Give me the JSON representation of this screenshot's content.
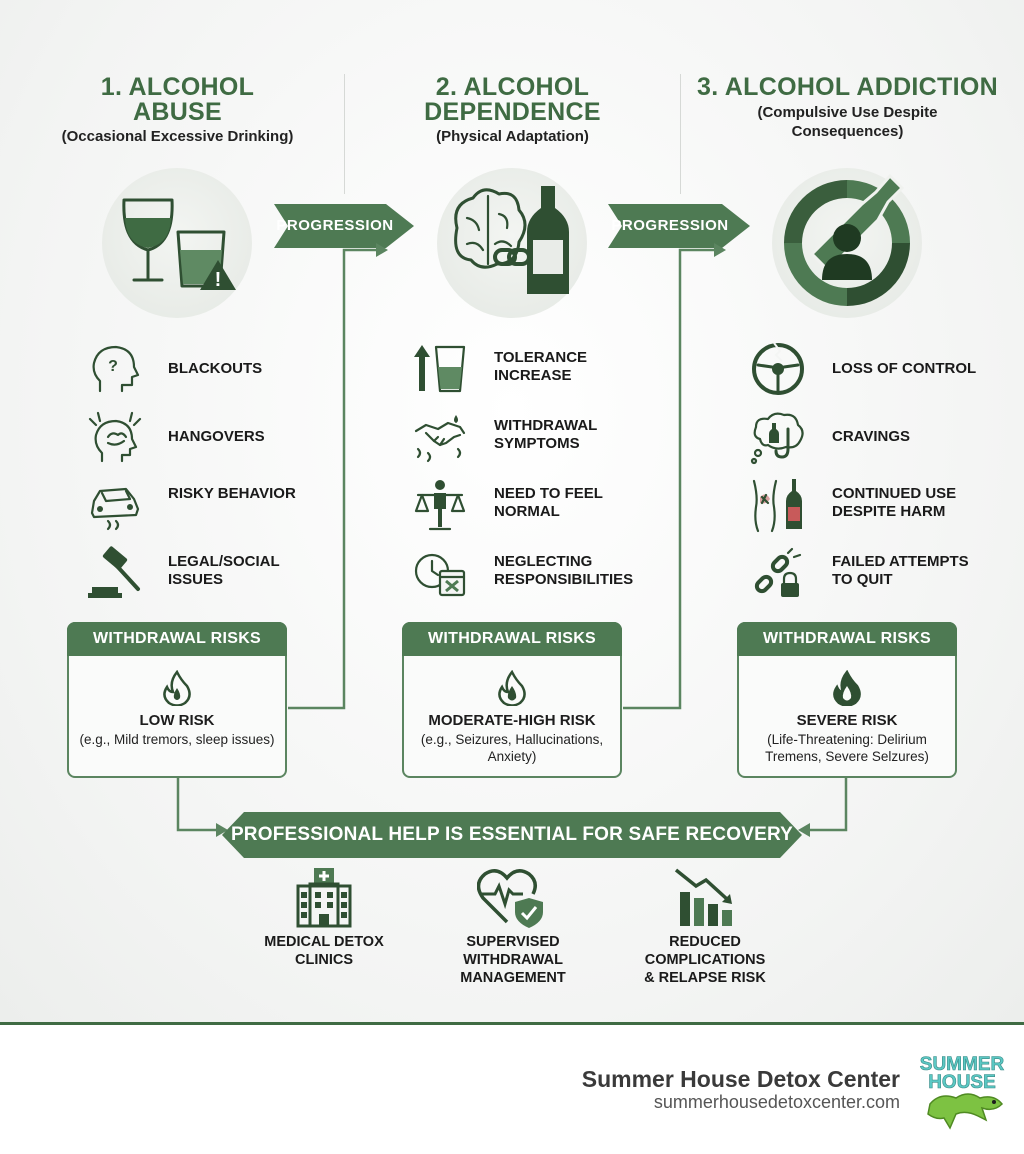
{
  "stages": [
    {
      "title_line1": "1. ALCOHOL",
      "title_line2": "ABUSE",
      "subtitle": "(Occasional Excessive Drinking)",
      "icon": "wine-glass-warning-icon",
      "symptoms": [
        {
          "icon": "head-question-icon",
          "label": "BLACKOUTS"
        },
        {
          "icon": "head-pain-icon",
          "label": "HANGOVERS"
        },
        {
          "icon": "car-swerve-icon",
          "label": "RISKY BEHAVIOR"
        },
        {
          "icon": "gavel-icon",
          "label": "LEGAL/SOCIAL ISSUES"
        }
      ],
      "risk": {
        "header": "WITHDRAWAL RISKS",
        "level": "LOW RISK",
        "desc": "(e.g., Mild tremors, sleep issues)"
      }
    },
    {
      "title_line1": "2. ALCOHOL",
      "title_line2": "DEPENDENCE",
      "subtitle": "(Physical Adaptation)",
      "icon": "brain-bottle-chain-icon",
      "symptoms": [
        {
          "icon": "glass-arrow-up-icon",
          "label": "TOLERANCE INCREASE"
        },
        {
          "icon": "shaking-hands-icon",
          "label": "WITHDRAWAL SYMPTOMS"
        },
        {
          "icon": "balance-person-icon",
          "label": "NEED TO FEEL NORMAL"
        },
        {
          "icon": "clock-calendar-icon",
          "label": "NEGLECTING RESPONSIBILITIES"
        }
      ],
      "risk": {
        "header": "WITHDRAWAL RISKS",
        "level": "MODERATE-HIGH RISK",
        "desc": "(e.g., Seizures, Hallucinations, Anxiety)"
      }
    },
    {
      "title_line1": "3. ALCOHOL ADDICTION",
      "title_line2": "",
      "subtitle": "(Compulsive Use Despite Consequences)",
      "icon": "person-bottle-swirl-icon",
      "symptoms": [
        {
          "icon": "broken-wheel-icon",
          "label": "LOSS OF CONTROL"
        },
        {
          "icon": "thought-bottle-icon",
          "label": "CRAVINGS"
        },
        {
          "icon": "body-bottle-icon",
          "label": "CONTINUED USE DESPITE HARM"
        },
        {
          "icon": "broken-chain-lock-icon",
          "label": "FAILED ATTEMPTS TO QUIT"
        }
      ],
      "risk": {
        "header": "WITHDRAWAL RISKS",
        "level": "SEVERE RISK",
        "desc": "(Life-Threatening: Delirium Tremens, Severe Selzures)"
      }
    }
  ],
  "progression_label": "PROGRESSION",
  "banner": "PROFESSIONAL HELP IS ESSENTIAL FOR SAFE RECOVERY",
  "professional": [
    {
      "icon": "hospital-icon",
      "label_line1": "MEDICAL DETOX",
      "label_line2": "CLINICS"
    },
    {
      "icon": "heart-shield-icon",
      "label_line1": "SUPERVISED WITHDRAWAL",
      "label_line2": "MANAGEMENT"
    },
    {
      "icon": "declining-chart-icon",
      "label_line1": "REDUCED COMPLICATIONS",
      "label_line2": "& RELAPSE RISK"
    }
  ],
  "footer": {
    "brand": "Summer House Detox Center",
    "url": "summerhousedetoxcenter.com",
    "logo_text_1": "SUMMER",
    "logo_text_2": "HOUSE"
  },
  "colors": {
    "primary_green": "#4e7a53",
    "dark_green": "#3f6b43",
    "accent_teal": "#5bc8c4",
    "logo_green": "#7dc242"
  }
}
